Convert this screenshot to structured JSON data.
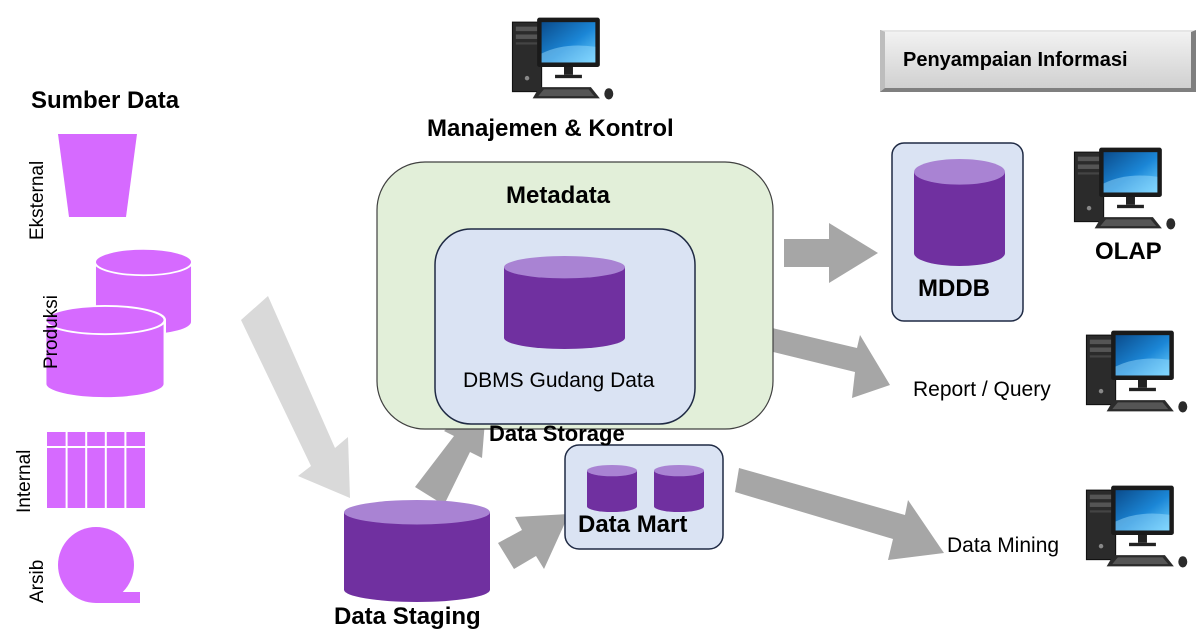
{
  "title": "Sumber Data",
  "sources": {
    "external": "Eksternal",
    "production": "Produksi",
    "internal": "Internal",
    "archive": "Arsib"
  },
  "management": "Manajemen & Kontrol",
  "metadata": "Metadata",
  "dbms": "DBMS Gudang Data",
  "data_storage": "Data Storage",
  "data_staging": "Data Staging",
  "data_mart": "Data Mart",
  "delivery_header": "Penyampaian Informasi",
  "outputs": {
    "mddb": "MDDB",
    "olap": "OLAP",
    "report": "Report / Query",
    "mining": "Data Mining"
  },
  "colors": {
    "source_pink": "#d66aff",
    "db_purple": "#7030a0",
    "db_top": "#a983d3",
    "metadata_green": "#e2efd9",
    "storage_blue": "#dae3f3",
    "arrow_gray": "#a6a6a6",
    "arrow_light": "#d9d9d9"
  },
  "icons": [
    "computer-icon"
  ]
}
